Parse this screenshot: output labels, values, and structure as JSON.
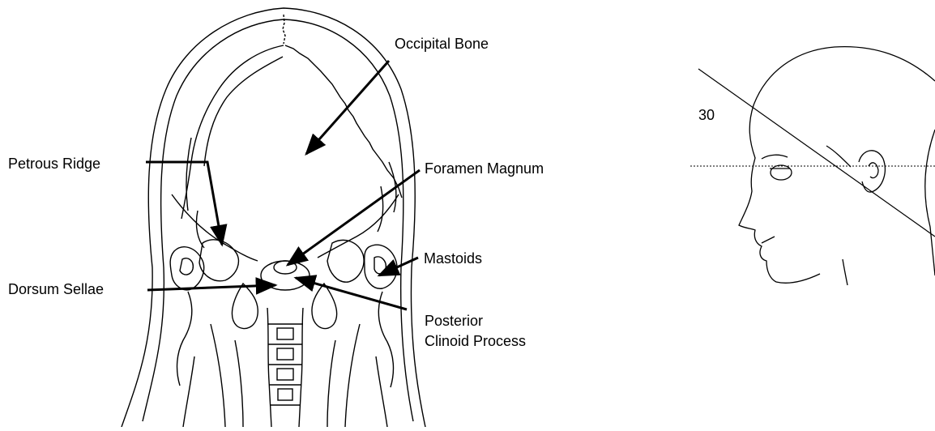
{
  "labels": {
    "occipital_bone": "Occipital Bone",
    "petrous_ridge": "Petrous Ridge",
    "foramen_magnum": "Foramen Magnum",
    "mastoids": "Mastoids",
    "dorsum_sellae": "Dorsum Sellae",
    "posterior_clinoid_line1": "Posterior",
    "posterior_clinoid_line2": "Clinoid Process"
  },
  "profile": {
    "angle_label": "30"
  }
}
